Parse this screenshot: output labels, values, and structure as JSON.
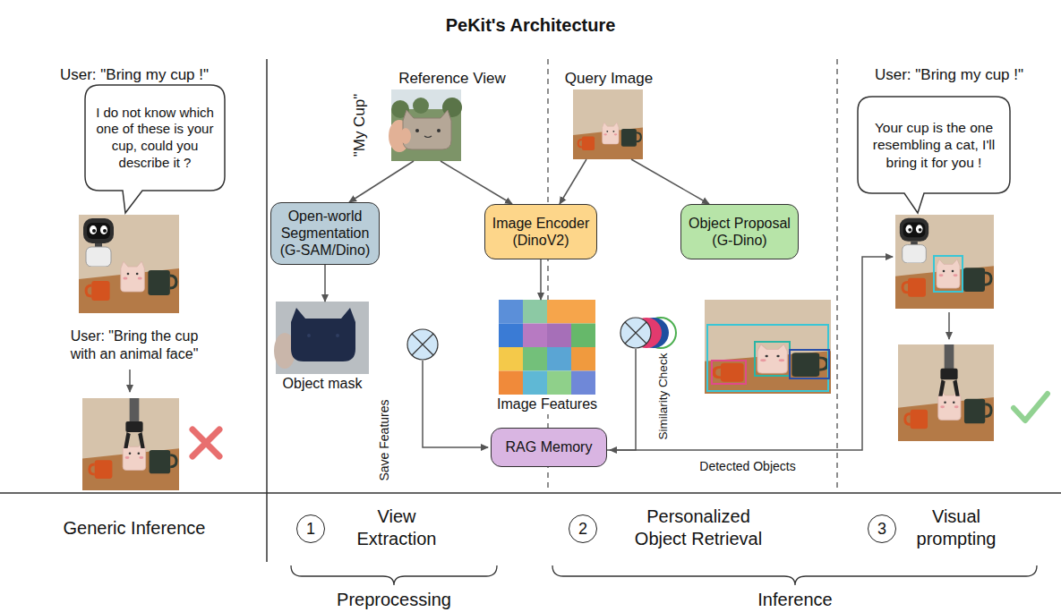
{
  "diagram": {
    "title": "PeKit's Architecture",
    "nodes": [
      {
        "text": [
          "I do not know which one of these is your cup, could you describe it ?"
        ]
      },
      {
        "text": [
          "Reference View"
        ]
      },
      {
        "text": [
          "Open-world Segmentation (G-SAM/Dino)"
        ]
      },
      {
        "text": [
          "Object mask"
        ]
      },
      {
        "text": [
          "Query Image"
        ]
      },
      {
        "text": [
          "Image Encoder (DinoV2)"
        ]
      },
      {
        "text": [
          "Image Features"
        ]
      },
      {
        "text": [
          "Object Proposal (G-Dino)"
        ]
      },
      {
        "text": [
          "RAG Memory"
        ]
      },
      {
        "text": [
          "Your cup is the one resembling a cat, I'll bring it for you !"
        ]
      },
      {
        "text": [
          "1"
        ]
      },
      {
        "text": [
          "2"
        ]
      },
      {
        "text": [
          "3"
        ]
      }
    ],
    "edges": [
      {
        "from": 1,
        "to": 2,
        "arrow": "to"
      },
      {
        "from": 1,
        "to": 5,
        "arrow": "to"
      },
      {
        "from": 2,
        "to": 3,
        "arrow": "to"
      },
      {
        "from": 4,
        "to": 5,
        "arrow": "to"
      },
      {
        "from": 4,
        "to": 7,
        "arrow": "to"
      },
      {
        "from": 5,
        "to": 6,
        "arrow": "to"
      }
    ],
    "labels": [
      "User: \"Bring my cup !\"",
      "User: \"Bring the cup with an animal face\"",
      "\"My Cup\"",
      "Save Features",
      "Similarity Check",
      "Detected Objects",
      "User: \"Bring my cup !\"",
      "Generic Inference",
      "View Extraction",
      "Personalized Object Retrieval",
      "Visual prompting",
      "Preprocessing",
      "Inference"
    ]
  }
}
